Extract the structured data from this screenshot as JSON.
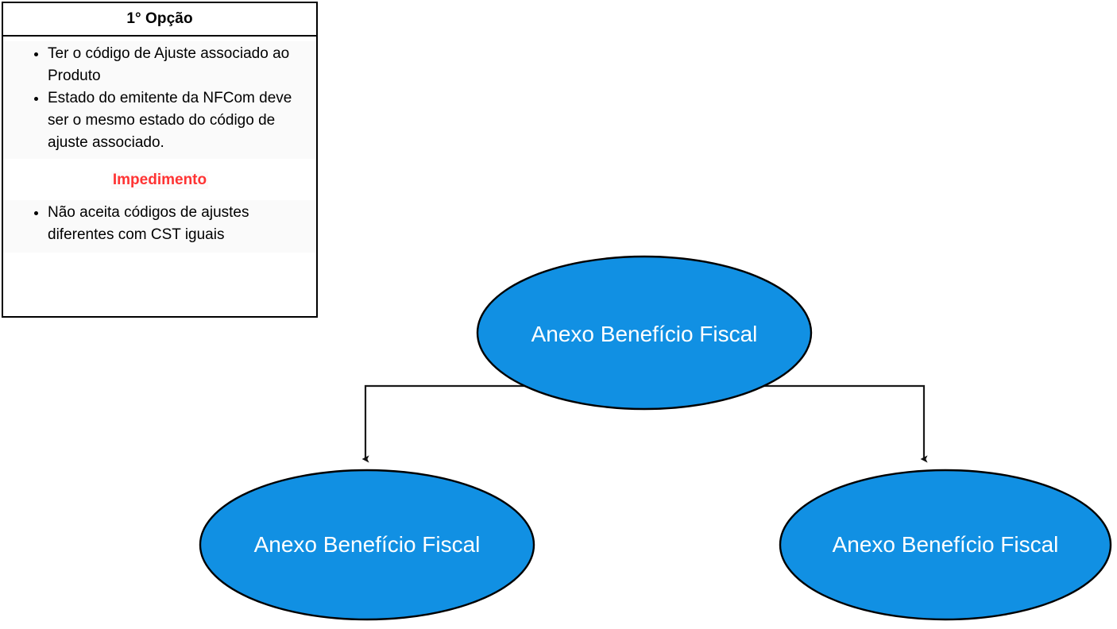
{
  "table": {
    "header": "1° Opção",
    "requirements": [
      "Ter o código de Ajuste associado ao Produto",
      "Estado do emitente da NFCom deve ser o mesmo estado do código de ajuste associado."
    ],
    "impediment_heading": "Impedimento",
    "impediments": [
      "Não aceita códigos de ajustes diferentes com CST iguais"
    ]
  },
  "diagram": {
    "nodes": [
      {
        "id": "top",
        "label": "Anexo Benefício Fiscal"
      },
      {
        "id": "left",
        "label": "Anexo Benefício Fiscal"
      },
      {
        "id": "right",
        "label": "Anexo Benefício Fiscal"
      }
    ],
    "edges": [
      {
        "from": "top",
        "to": "left",
        "style": "elbow-arrow"
      },
      {
        "from": "top",
        "to": "right",
        "style": "elbow-arrow"
      }
    ]
  },
  "colors": {
    "node_fill": "#1190e3",
    "node_stroke": "#000000",
    "node_text": "#ffffff",
    "impediment_text": "#ff3333",
    "table_border": "#000000",
    "table_body_bg": "#fafafa",
    "edge_stroke": "#1a1a1a"
  }
}
